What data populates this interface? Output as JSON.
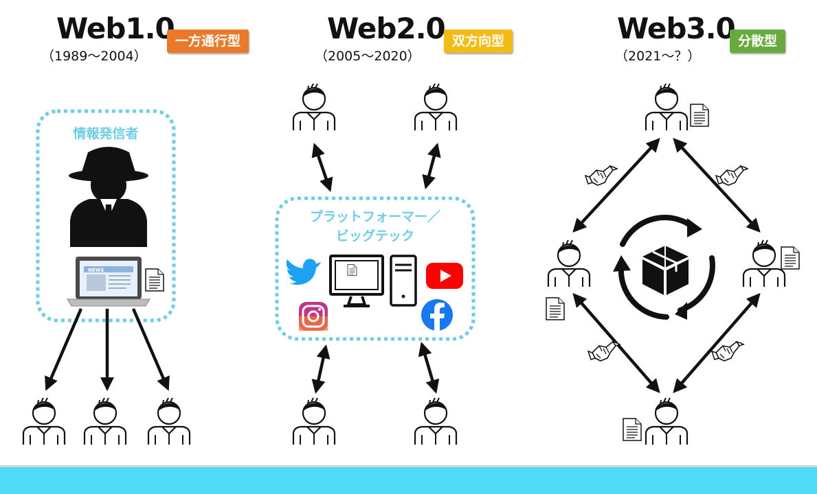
{
  "colors": {
    "badge_web1": "#ea7a2a",
    "badge_web2": "#f2bc15",
    "badge_web3": "#67aa3e",
    "dashed_box": "#6fcde6",
    "footer": "#4fdaf8",
    "twitter": "#1da1f2",
    "youtube": "#ff0000",
    "facebook": "#1877f2",
    "instagram": "#c13584"
  },
  "web1": {
    "title": "Web1.0",
    "years": "（1989～2004）",
    "badge": "一方通行型",
    "sender_label": "情報発信者",
    "news_label": "NEWS"
  },
  "web2": {
    "title": "Web2.0",
    "years": "（2005～2020）",
    "badge": "双方向型",
    "platform_label_line1": "プラットフォーマー／",
    "platform_label_line2": "ビッグテック",
    "icons": [
      "twitter-icon",
      "monitor-icon",
      "server-icon",
      "youtube-icon",
      "instagram-icon",
      "facebook-icon"
    ]
  },
  "web3": {
    "title": "Web3.0",
    "years": "（2021～？）",
    "badge": "分散型",
    "center_icon": "box-cycle-icon",
    "edge_icon": "handshake-icon"
  }
}
